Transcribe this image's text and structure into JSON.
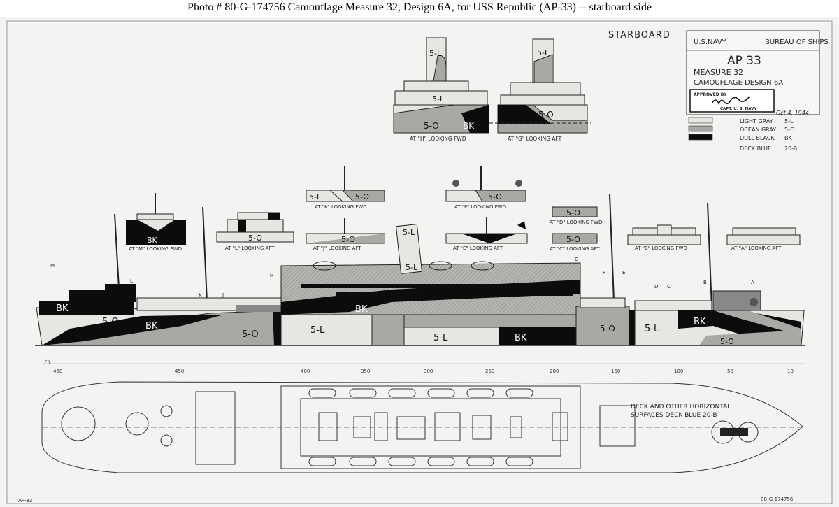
{
  "caption": "Photo # 80-G-174756      Camouflage Measure 32, Design 6A, for USS Republic (AP-33) -- starboard side",
  "header_side": "STARBOARD",
  "title_block": {
    "org_left": "U.S.NAVY",
    "org_right": "BUREAU OF SHIPS",
    "ship": "AP 33",
    "measure": "MEASURE 32",
    "design": "CAMOUFLAGE DESIGN 6A",
    "approved_label": "APPROVED BY",
    "approver_title": "CAPT. U. S. NAVY",
    "date": "Oct 4, 1944"
  },
  "legend": [
    {
      "name": "LIGHT GRAY",
      "code": "5-L",
      "color": "#e6e6e2"
    },
    {
      "name": "OCEAN GRAY",
      "code": "5-O",
      "color": "#a8a8a4"
    },
    {
      "name": "DULL BLACK",
      "code": "BK",
      "color": "#0c0c0c"
    },
    {
      "name": "DECK BLUE",
      "code": "20-B",
      "color": "#3b3b3b"
    }
  ],
  "sections": [
    {
      "id": "H",
      "text": "AT \"H\" LOOKING FWD"
    },
    {
      "id": "G",
      "text": "AT \"G\" LOOKING AFT"
    },
    {
      "id": "K",
      "text": "AT \"K\" LOOKING FWD"
    },
    {
      "id": "F",
      "text": "AT \"F\" LOOKING FWD"
    },
    {
      "id": "M",
      "text": "AT \"M\" LOOKING FWD"
    },
    {
      "id": "L",
      "text": "AT \"L\" LOOKING AFT"
    },
    {
      "id": "J",
      "text": "AT \"J\" LOOKING AFT"
    },
    {
      "id": "E",
      "text": "AT \"E\" LOOKING AFT"
    },
    {
      "id": "D",
      "text": "AT \"D\" LOOKING FWD"
    },
    {
      "id": "C",
      "text": "AT \"C\" LOOKING AFT"
    },
    {
      "id": "B",
      "text": "AT \"B\" LOOKING FWD"
    },
    {
      "id": "A",
      "text": "AT \"A\" LOOKING AFT"
    }
  ],
  "paint_codes": {
    "light": "5-L",
    "ocean": "5-O",
    "black": "BK"
  },
  "station_marks": [
    "M",
    "L",
    "K",
    "J",
    "H",
    "G",
    "F",
    "E",
    "D",
    "C",
    "B",
    "A"
  ],
  "frames": [
    "450",
    "400",
    "350",
    "300",
    "250",
    "200",
    "150",
    "100",
    "50",
    "10"
  ],
  "frame_prefix": "FR.",
  "plan_note": [
    "DECK AND OTHER HORIZONTAL",
    "SURFACES DECK BLUE 20-B"
  ],
  "sheet_footer_left": "AP-33",
  "sheet_footer_right": "80-G-174756"
}
